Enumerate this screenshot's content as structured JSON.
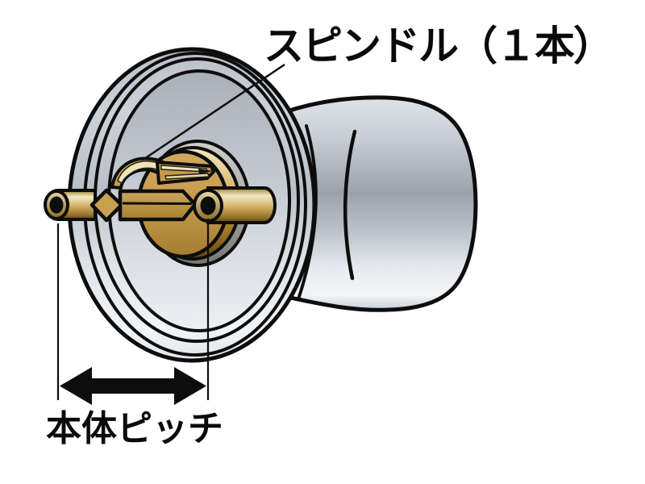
{
  "figure": {
    "type": "technical-illustration",
    "subject": "door-knob-spindle-pitch-diagram",
    "labels": {
      "spindle": "スピンドル（１本）",
      "pitch": "本体ピッチ"
    },
    "colors": {
      "background": "#ffffff",
      "outline": "#0d0d0d",
      "metal_light": "#f2f5f7",
      "metal_mid": "#9ba2ac",
      "metal_dark": "#767674",
      "brass_highlight": "#f0e7c6",
      "brass_mid": "#c79c50",
      "brass_dark": "#6b4a10",
      "hole": "#0d0d0d"
    }
  }
}
